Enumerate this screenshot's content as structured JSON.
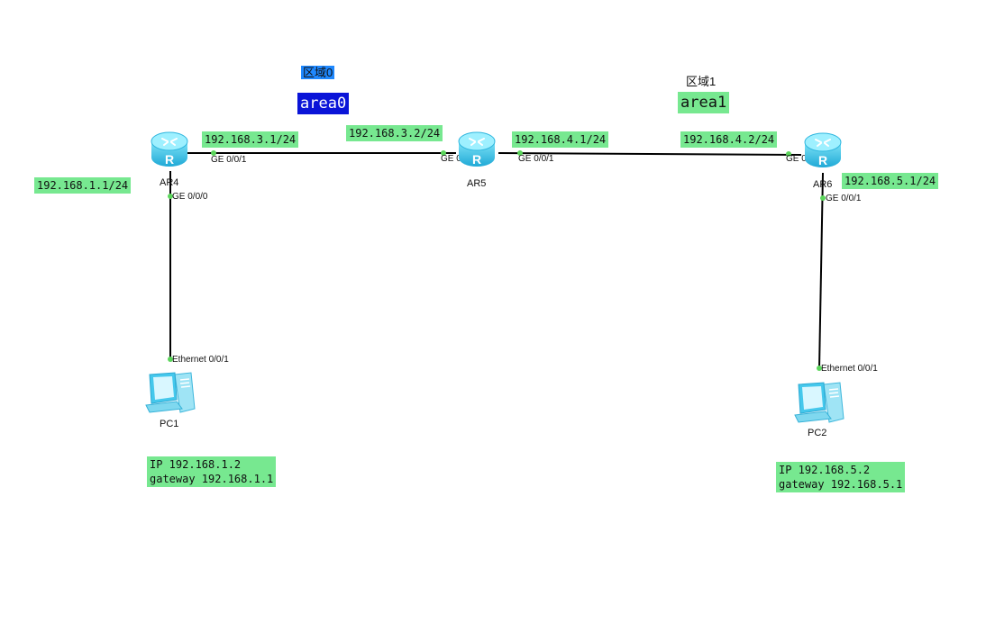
{
  "colors": {
    "label_green": "#77e890",
    "area0_bg": "#0a14d8",
    "area0_text": "#ffffff",
    "zone0_bg": "#1e88ff",
    "area1_bg": "#77e890",
    "link": "#000000",
    "port_dot": "#5cd65c",
    "router": "#3fc6ea"
  },
  "zones": {
    "zone0": "区域0",
    "area0": "area0",
    "zone1": "区域1",
    "area1": "area1"
  },
  "devices": {
    "ar4": {
      "name": "AR4",
      "icon": "router-icon"
    },
    "ar5": {
      "name": "AR5",
      "icon": "router-icon"
    },
    "ar6": {
      "name": "AR6",
      "icon": "router-icon"
    },
    "pc1": {
      "name": "PC1",
      "icon": "pc-icon"
    },
    "pc2": {
      "name": "PC2",
      "icon": "pc-icon"
    }
  },
  "ports": {
    "ar4_ge001": "GE 0/0/1",
    "ar4_ge000": "GE 0/0/0",
    "ar5_ge000": "GE 0/0/0",
    "ar5_ge001": "GE 0/0/1",
    "ar6_ge000": "GE 0/0/0",
    "ar6_ge001": "GE 0/0/1",
    "pc1_eth": "Ethernet 0/0/1",
    "pc2_eth": "Ethernet 0/0/1"
  },
  "addresses": {
    "ar4_ge001": "192.168.3.1/24",
    "ar5_ge000": "192.168.3.2/24",
    "ar5_ge001": "192.168.4.1/24",
    "ar6_ge000": "192.168.4.2/24",
    "ar4_ge000": "192.168.1.1/24",
    "ar6_ge001": "192.168.5.1/24",
    "pc1_info": "IP 192.168.1.2\ngateway 192.168.1.1",
    "pc2_info": "IP 192.168.5.2\ngateway 192.168.5.1"
  }
}
